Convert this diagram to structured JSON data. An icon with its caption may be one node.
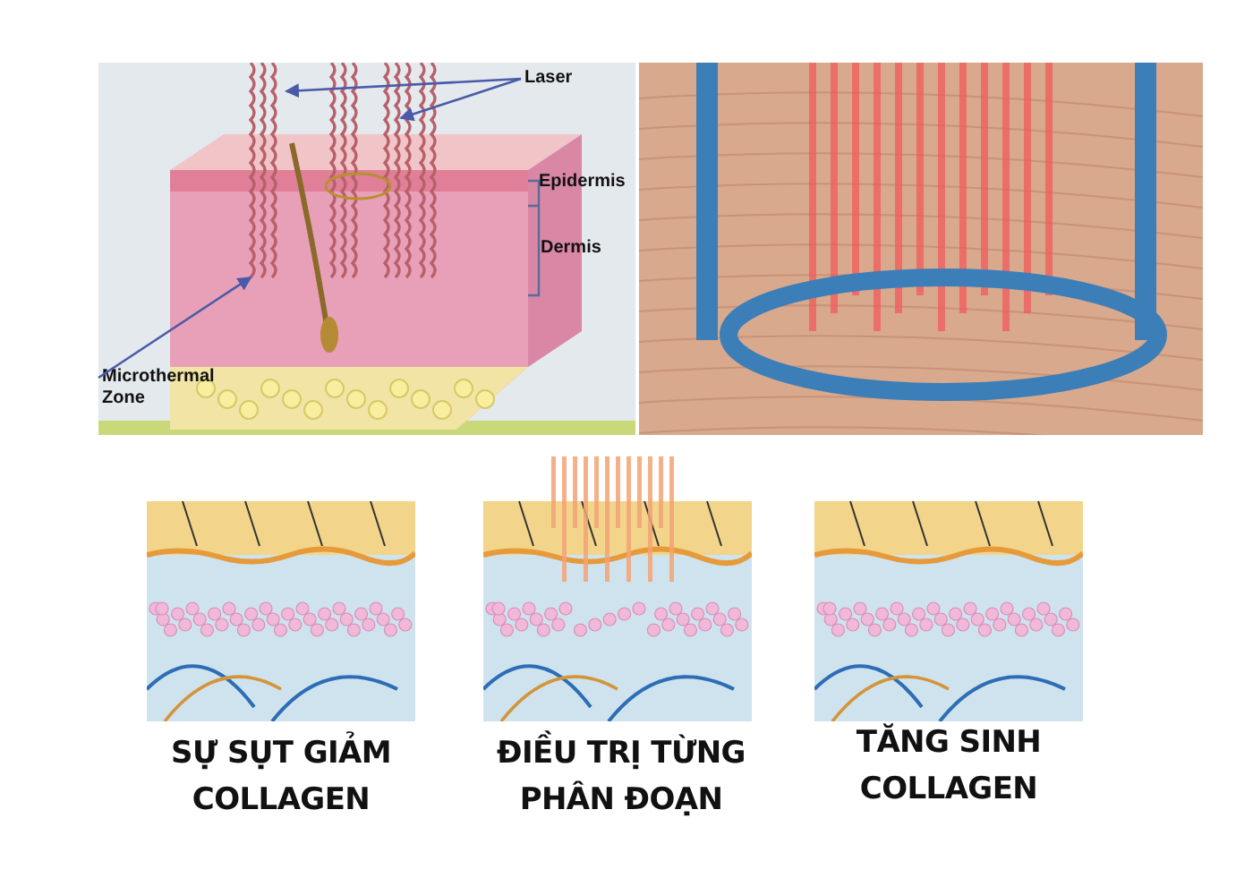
{
  "diagram": {
    "nodes": [
      {
        "text": [
          "Laser"
        ]
      },
      {
        "text": [
          "Microthermal Zone"
        ]
      }
    ],
    "edges": [
      {
        "from": 0,
        "to": null,
        "arrow": "to"
      },
      {
        "from": 0,
        "to": null,
        "arrow": "to"
      },
      {
        "from": 1,
        "to": null,
        "arrow": "to"
      }
    ],
    "labels": [
      "Epidermis",
      "Dermis",
      "SỰ SỤT GIẢM COLLAGEN",
      "ĐIỀU TRỊ TỪNG PHÂN ĐOẠN",
      "TĂNG SINH COLLAGEN"
    ]
  }
}
